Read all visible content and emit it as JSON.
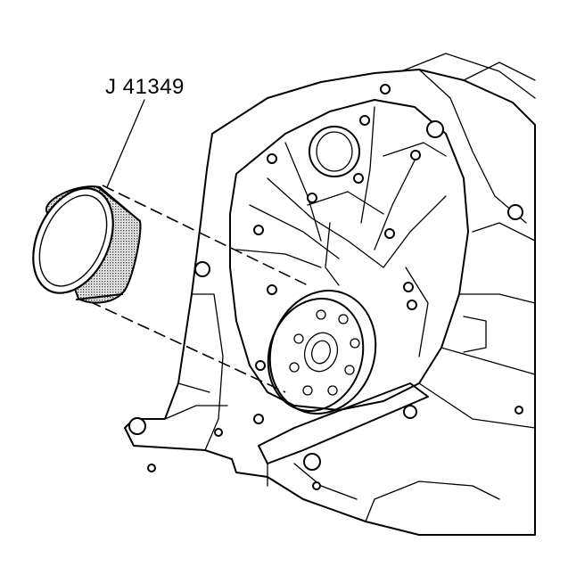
{
  "callout": {
    "tool_label": "J 41349"
  },
  "colors": {
    "line": "#000000",
    "background": "#ffffff",
    "stipple": "#808080"
  },
  "icons": [
    "seal-installer-tool",
    "engine-block-rear",
    "crankshaft-flange"
  ]
}
